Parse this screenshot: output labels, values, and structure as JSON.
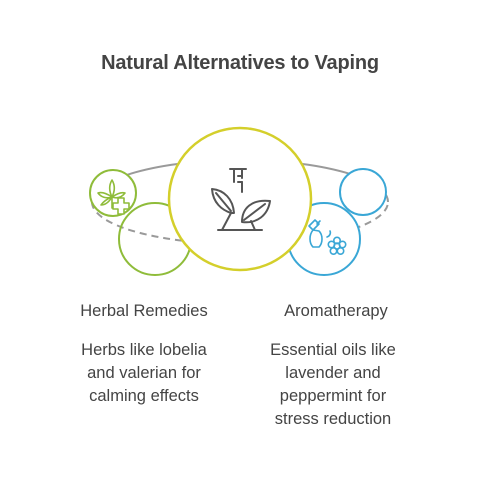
{
  "title": "Natural Alternatives to Vaping",
  "left": {
    "heading": "Herbal Remedies",
    "description_lines": [
      "Herbs like lobelia",
      "and valerian for",
      "calming effects"
    ],
    "icon": "herbal-leaf-cross-icon"
  },
  "center": {
    "icon": "test-tube-leaves-icon"
  },
  "right": {
    "heading": "Aromatherapy",
    "description_lines": [
      "Essential oils like",
      "lavender and",
      "peppermint for",
      "stress reduction"
    ],
    "icon": "essential-oil-flower-icon"
  },
  "colors": {
    "green": "#8fbc3a",
    "yellow": "#d4cf2b",
    "blue": "#3aa7d6",
    "grey": "#9a9a9a",
    "text": "#444444",
    "icon": "#555555"
  }
}
